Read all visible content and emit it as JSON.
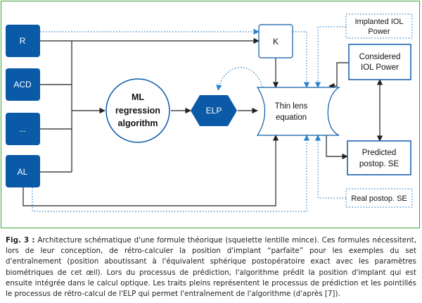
{
  "inputs": [
    {
      "id": "r",
      "label": "R"
    },
    {
      "id": "acd",
      "label": "ACD"
    },
    {
      "id": "dots",
      "label": "..."
    },
    {
      "id": "al",
      "label": "AL"
    }
  ],
  "ml": {
    "line1": "ML",
    "line2": "regression",
    "line3": "algorithm"
  },
  "elp": {
    "label": "ELP"
  },
  "k": {
    "label": "K"
  },
  "thin_lens": {
    "line1": "Thin lens",
    "line2": "equation"
  },
  "implanted": {
    "line1": "Implanted IOL",
    "line2": "Power"
  },
  "considered": {
    "line1": "Considered",
    "line2": "IOL Power"
  },
  "predicted": {
    "line1": "Predicted",
    "line2": "postop. SE"
  },
  "real": {
    "label": "Real postop. SE"
  },
  "caption": {
    "label": "Fig. 3 :",
    "text": " Architecture schématique d'une formule théorique (squelette lentille mince). Ces formules nécessitent, lors de leur conception, de rétro-calculer la position d'implant “parfaite” pour les exemples du set d'entraînement (position aboutissant à l'équivalent sphérique postopératoire exact avec les paramètres biométriques de cet œil). Lors du processus de prédiction, l'algorithme prédit la position d'implant qui est ensuite intégrée dans le calcul optique. Les traits pleins représentent le processus de prédiction et les pointillés le processus de rétro-calcul de l'ELP qui permet l'entraînement de l'algorithme (d'après [7])."
  },
  "colors": {
    "blue": "#0b5aa8",
    "dotted": "#2c84cc",
    "frame": "#3aa535",
    "line": "#222222"
  }
}
